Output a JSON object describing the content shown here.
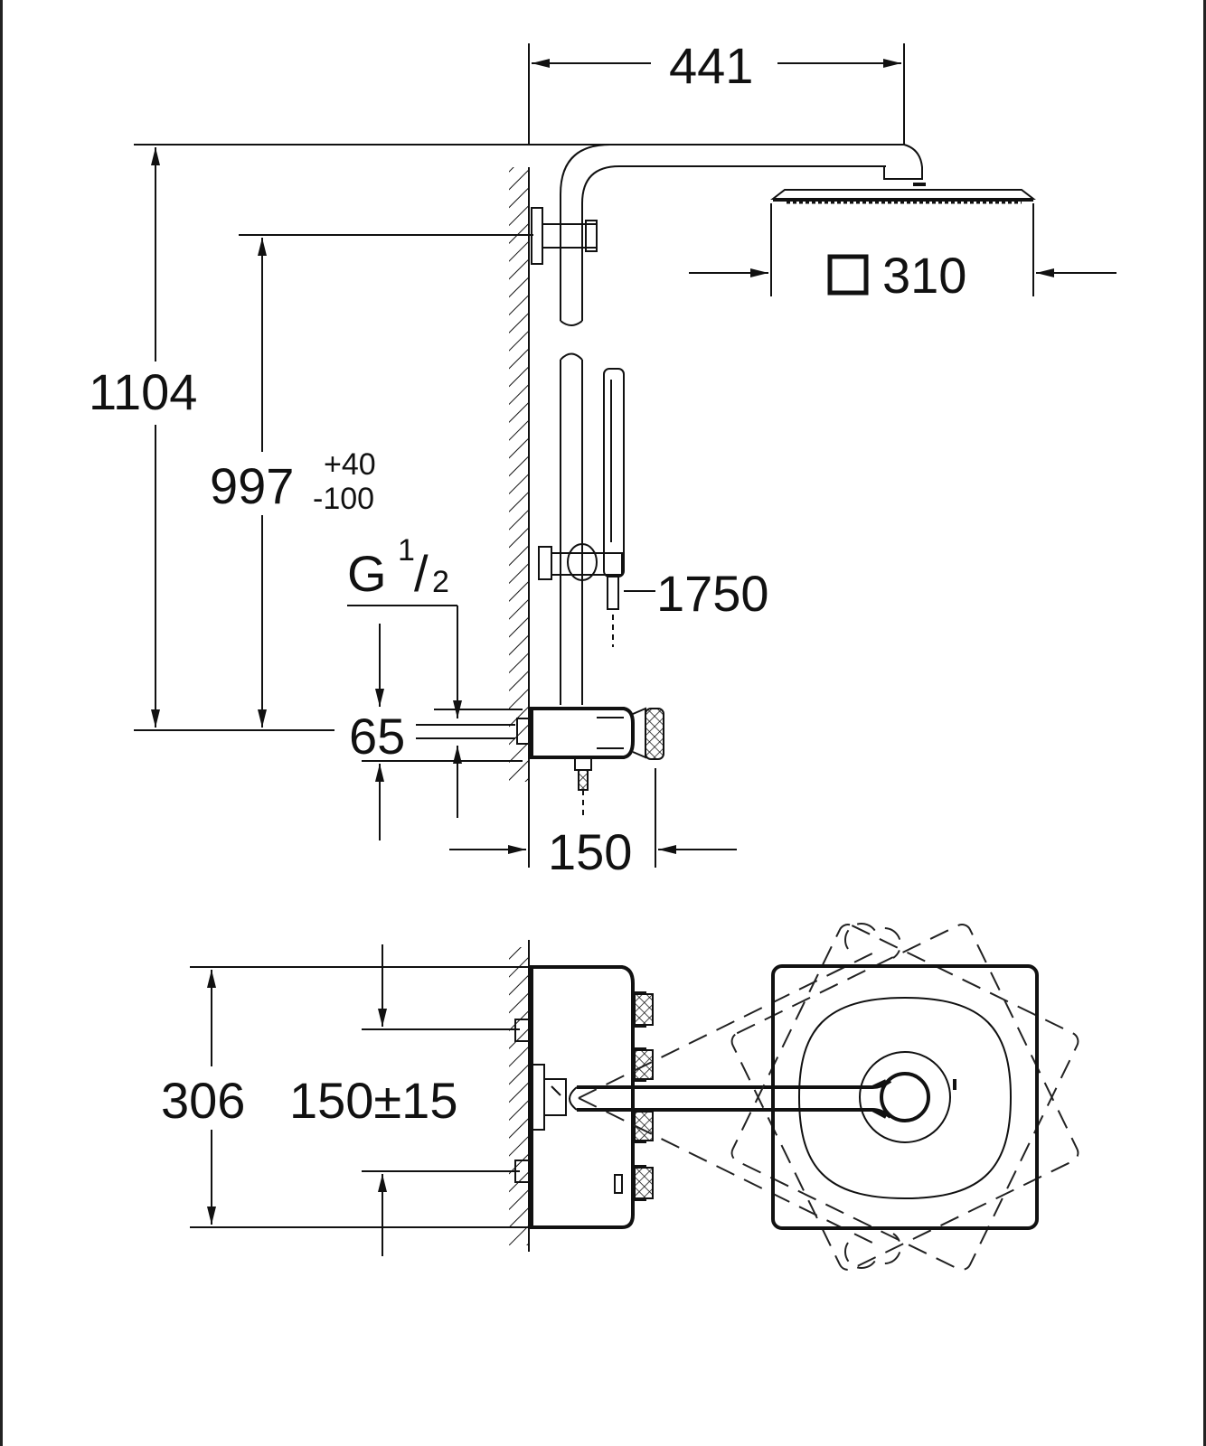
{
  "dimensions": {
    "width_441": "441",
    "height_1104": "1104",
    "height_997": "997",
    "tol_plus": "+40",
    "tol_minus": "-100",
    "thread_g": "G",
    "thread_num": "1",
    "thread_slash": "/",
    "thread_den": "2",
    "offset_65": "65",
    "depth_150": "150",
    "hose_1750": "1750",
    "head_310": "310",
    "height_306": "306",
    "spacing_150_15": "150±15"
  },
  "colors": {
    "line": "#111111",
    "background": "#ffffff"
  }
}
